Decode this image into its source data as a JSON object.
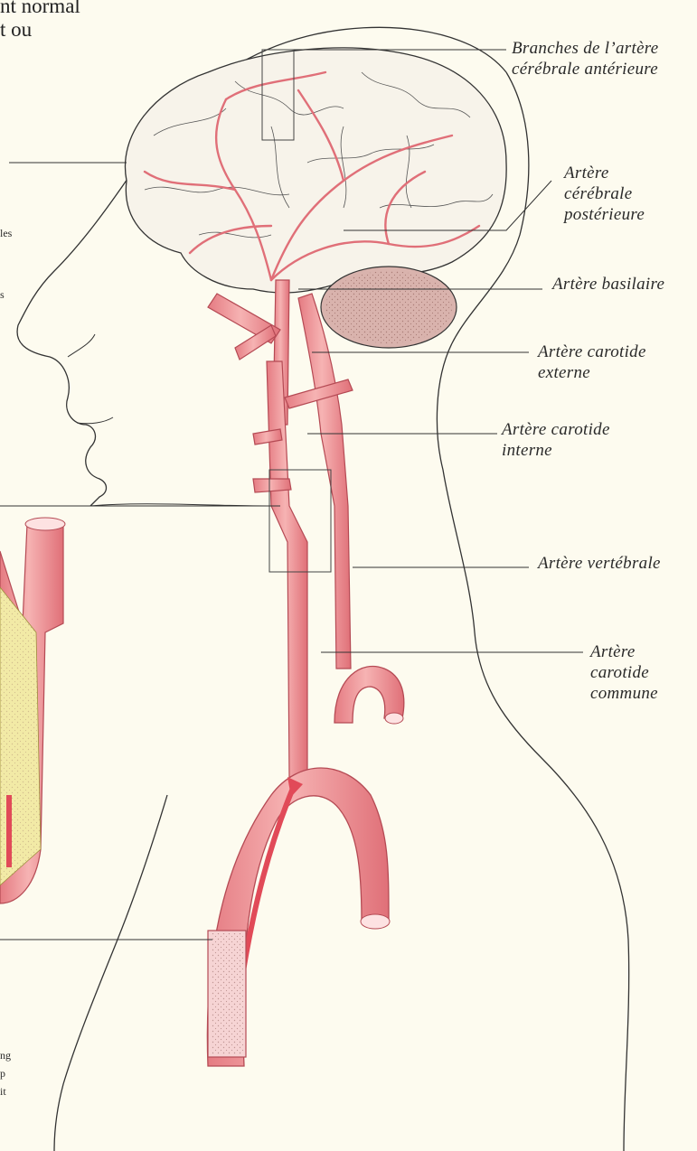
{
  "header_fragment": [
    "nt normal",
    "t ou"
  ],
  "side_fragments": [
    "les",
    "s"
  ],
  "bottom_fragments": [
    "ng",
    "p",
    "it"
  ],
  "labels": {
    "anterior": [
      "Branches de l’artère",
      "cérébrale antérieure"
    ],
    "posterior": [
      "Artère",
      "cérébrale",
      "postérieure"
    ],
    "basilar": [
      "Artère basilaire"
    ],
    "external": [
      "Artère carotide",
      "externe"
    ],
    "internal": [
      "Artère carotide",
      "interne"
    ],
    "vertebral": [
      "Artère vertébrale"
    ],
    "common": [
      "Artère",
      "carotide",
      "commune"
    ]
  },
  "colors": {
    "background": "#fdfbef",
    "artery": "#ef8f93",
    "artery_dark": "#d45c64",
    "brain": "#f7f3ea",
    "cerebellum": "#d9b3ad",
    "plaque": "#f2eaa6",
    "outline": "#333333"
  }
}
